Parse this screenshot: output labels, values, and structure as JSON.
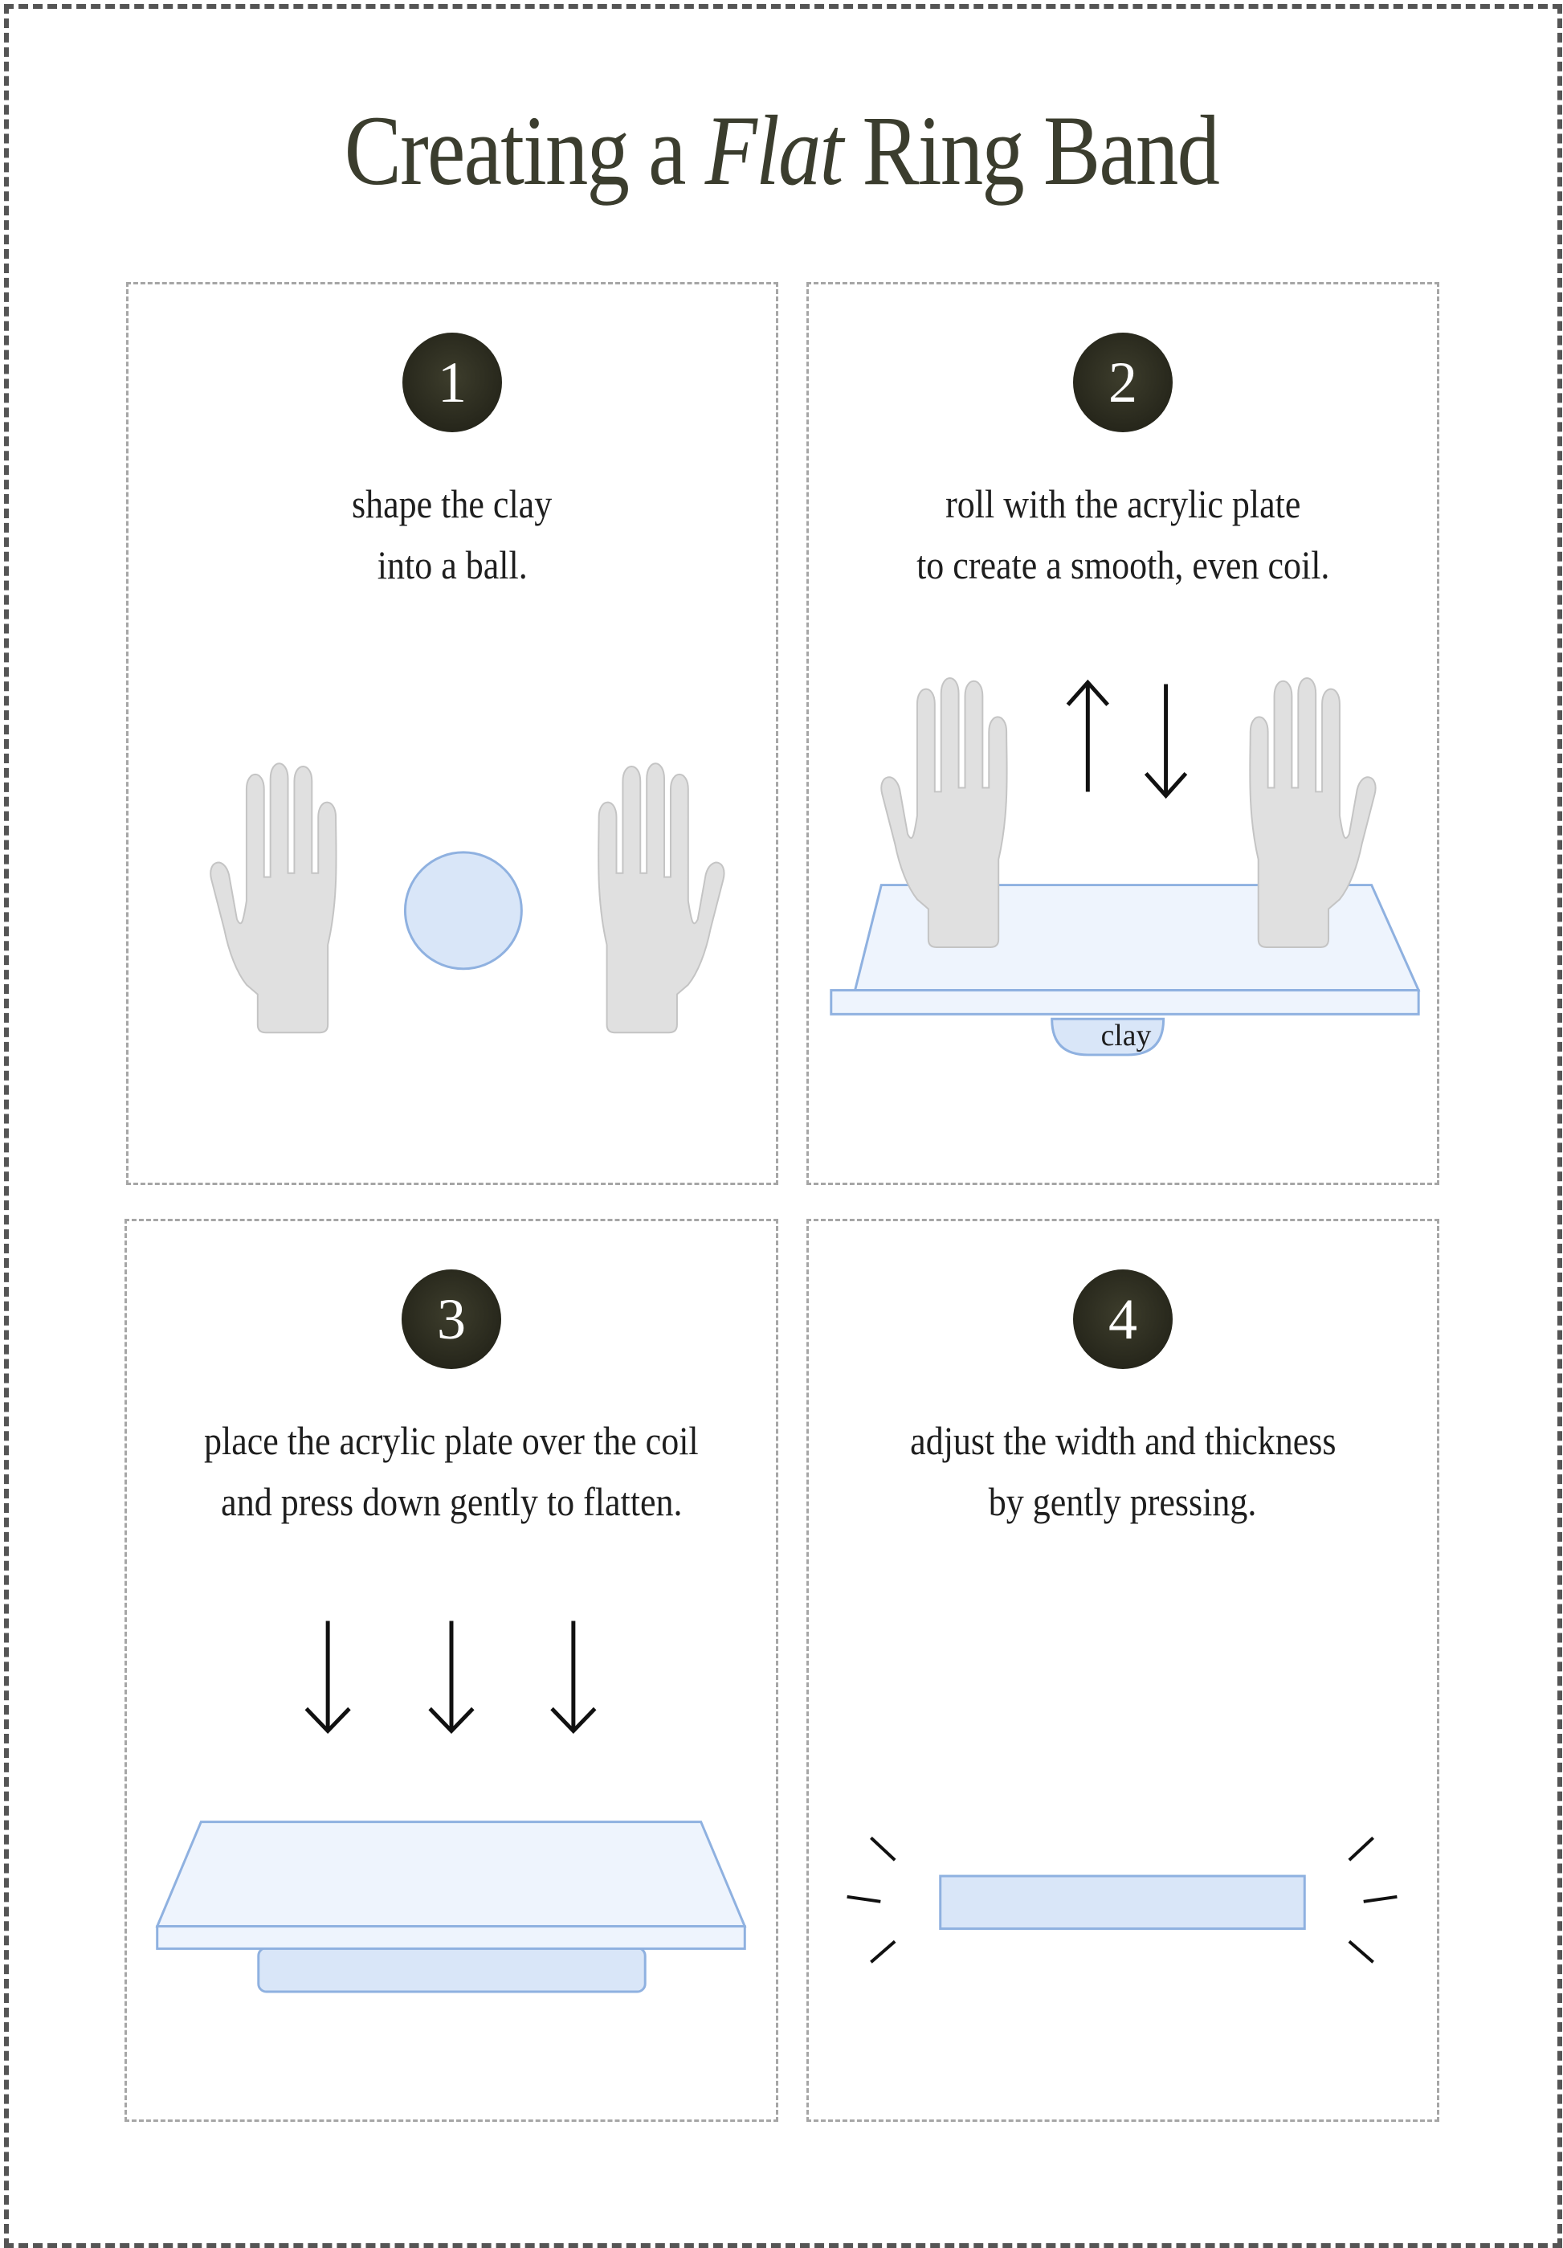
{
  "title": {
    "before": "Creating a ",
    "emphasis": "Flat",
    "after": " Ring Band"
  },
  "colors": {
    "title": "#3b3d2e",
    "badge": "#25251a",
    "clay_fill": "#d9e6f8",
    "clay_stroke": "#8fb1e0",
    "plate_fill": "#eef4fd",
    "hand": "#e0e0e0",
    "hand_stroke": "#c4c4c4"
  },
  "steps": [
    {
      "number": "1",
      "line1": "shape the clay",
      "line2": "into a ball."
    },
    {
      "number": "2",
      "line1": "roll with the acrylic plate",
      "line2": "to create a smooth, even coil.",
      "clay_label": "clay"
    },
    {
      "number": "3",
      "line1": "place the acrylic plate over the coil",
      "line2": "and press down gently to flatten."
    },
    {
      "number": "4",
      "line1": "adjust the width and thickness",
      "line2": "by gently pressing."
    }
  ]
}
